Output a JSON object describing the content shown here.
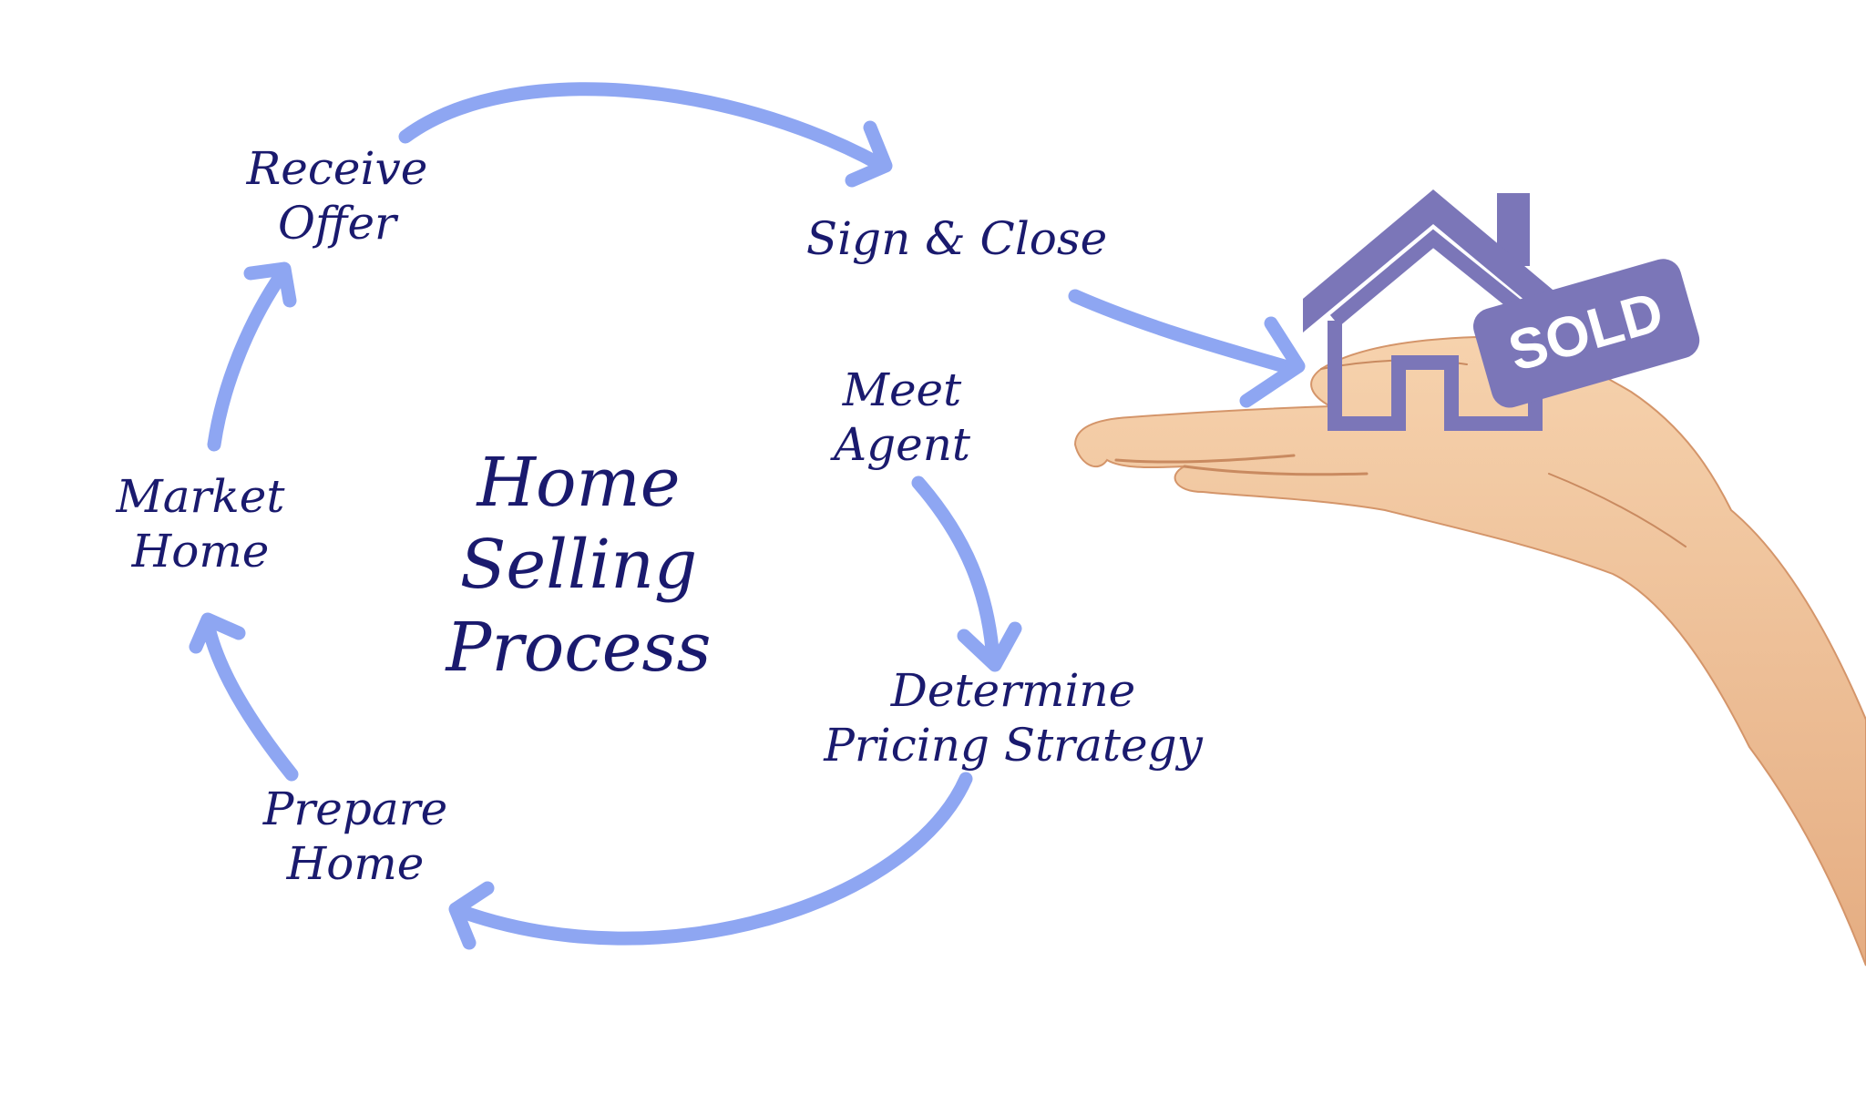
{
  "title": {
    "line1": "Home",
    "line2": "Selling",
    "line3": "Process"
  },
  "steps": {
    "meet_agent": {
      "line1": "Meet",
      "line2": "Agent"
    },
    "determine_pricing": {
      "line1": "Determine",
      "line2": "Pricing Strategy"
    },
    "prepare_home": {
      "line1": "Prepare",
      "line2": "Home"
    },
    "market_home": {
      "line1": "Market",
      "line2": "Home"
    },
    "receive_offer": {
      "line1": "Receive",
      "line2": "Offer"
    },
    "sign_close": {
      "line1": "Sign & Close"
    }
  },
  "house_sign": {
    "text": "SOLD"
  },
  "colors": {
    "text": "#1a1a6e",
    "arrow": "#8ea6f2",
    "house": "#7b76b8",
    "sign": "#7b76b8",
    "sign_text": "#ffffff",
    "skin": "#f0c29a"
  }
}
